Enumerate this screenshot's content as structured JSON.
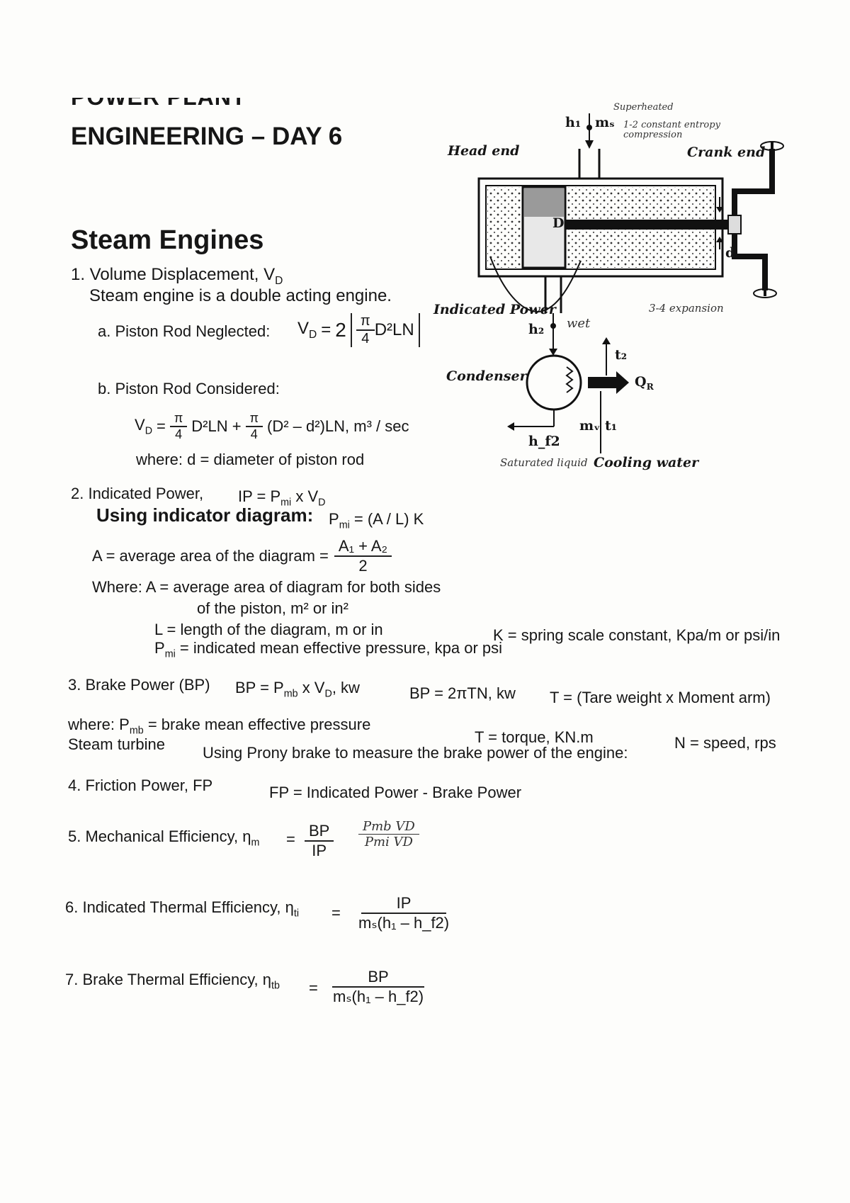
{
  "header": {
    "title_line1": "POWER PLANT",
    "title_line2": "ENGINEERING – DAY 6"
  },
  "section_title": "Steam Engines",
  "items": {
    "i1_title": "1. Volume Displacement, V",
    "i1_title_sub": "D",
    "i1_desc": "Steam engine is a double acting engine.",
    "i1a_label": "a. Piston Rod Neglected:",
    "i1a_lhs": "V",
    "i1a_lhs_sub": "D",
    "i1a_eq": "=",
    "i1a_coef": "2",
    "i1a_pi": "π",
    "i1a_four": "4",
    "i1a_rest": "D²LN",
    "i1b_label": "b. Piston Rod Considered:",
    "i1b_lhs": "V",
    "i1b_lhs_sub": "D",
    "i1b_eq": "=",
    "i1b_pi1": "π",
    "i1b_four1": "4",
    "i1b_term1": "D²LN +",
    "i1b_pi2": "π",
    "i1b_four2": "4",
    "i1b_term2": "(D² – d²)LN, m³ / sec",
    "i1b_where": "where:  d = diameter of piston rod",
    "i2_title": "2. Indicated Power,",
    "i2_formula": "IP = P",
    "i2_formula_sub": "mi",
    "i2_formula_tail": " x V",
    "i2_formula_tail_sub": "D",
    "i2_using": "Using indicator diagram:",
    "i2_pmi": "P",
    "i2_pmi_sub": "mi",
    "i2_pmi_rhs": " = (A / L) K",
    "i2_a_def": "A = average area of the diagram =",
    "i2_a_num": "A₁ + A₂",
    "i2_a_den": "2",
    "i2_where_a": "Where:  A  =  average area of diagram  for both sides",
    "i2_where_a2": "of the piston, m²  or in²",
    "i2_where_l": "L  =  length of the diagram, m or in",
    "i2_where_k": "K  =  spring scale constant, Kpa/m or psi/in",
    "i2_where_pmi": "P",
    "i2_where_pmi_sub": "mi",
    "i2_where_pmi_rhs": "  =  indicated mean effective pressure, kpa or psi",
    "i3_title": "3. Brake Power (BP)",
    "i3_f1": "BP = P",
    "i3_f1_sub": "mb",
    "i3_f1_tail": " x V",
    "i3_f1_tail_sub": "D",
    "i3_f1_unit": ", kw",
    "i3_f2": "BP = 2πTN, kw",
    "i3_f3": "T = (Tare weight x Moment arm)",
    "i3_where_pmb": "where:   P",
    "i3_where_pmb_sub": "mb",
    "i3_where_pmb_rhs": " = brake mean effective pressure",
    "i3_where_t": "T = torque, KN.m",
    "i3_where_n": "N = speed, rps",
    "i3_steam_turbine": "Steam turbine",
    "i3_prony": "Using Prony brake to measure the brake power of the engine:",
    "i4_title": "4. Friction Power, FP",
    "i4_formula": "FP = Indicated Power - Brake Power",
    "i5_title": "5. Mechanical Efficiency, η",
    "i5_title_sub": "m",
    "i5_eq": "=",
    "i5_num": "BP",
    "i5_den": "IP",
    "i5_hand_num": "Pmb VD",
    "i5_hand_den": "Pmi VD",
    "i6_title": "6. Indicated Thermal Efficiency, η",
    "i6_title_sub": "ti",
    "i6_eq": "=",
    "i6_num": "IP",
    "i6_den": "mₛ(h₁ – h_f2)",
    "i7_title": "7. Brake Thermal Efficiency, η",
    "i7_title_sub": "tb",
    "i7_eq": "=",
    "i7_num": "BP",
    "i7_den": "mₛ(h₁ – h_f2)"
  },
  "diagram": {
    "head_end": "Head end",
    "crank_end": "Crank end",
    "piston_label": "D",
    "d_label": "d",
    "h1": "h₁",
    "ms": "mₛ",
    "hand_superheated": "Superheated",
    "hand_compression": "1-2 constant entropy compression",
    "indicated_power": "Indicated Power",
    "h2": "h₂",
    "hand_wet": "wet",
    "hand_expansion": "3-4 expansion",
    "t2": "t₂",
    "condenser": "Condenser",
    "qr": "Q",
    "qr_sub": "R",
    "mw": "mᵥ",
    "t1": "t₁",
    "hf2": "h_f2",
    "hand_saturated": "Saturated liquid",
    "cooling_water": "Cooling water"
  }
}
